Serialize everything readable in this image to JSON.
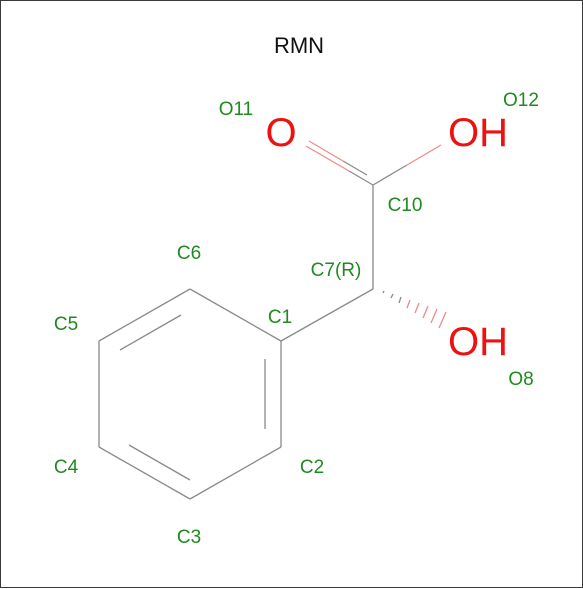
{
  "title": "RMN",
  "colors": {
    "bond": "#8a8a8a",
    "heteroatom": "#ee1111",
    "atom_label": "#1f8a1f",
    "border": "#3a3a3a"
  },
  "atoms": [
    {
      "id": "c1",
      "label": "C1"
    },
    {
      "id": "c2",
      "label": "C2"
    },
    {
      "id": "c3",
      "label": "C3"
    },
    {
      "id": "c4",
      "label": "C4"
    },
    {
      "id": "c5",
      "label": "C5"
    },
    {
      "id": "c6",
      "label": "C6"
    },
    {
      "id": "c7",
      "label": "C7(R)"
    },
    {
      "id": "o8",
      "label": "O8",
      "symbol": "OH"
    },
    {
      "id": "c10",
      "label": "C10"
    },
    {
      "id": "o11",
      "label": "O11",
      "symbol": "O"
    },
    {
      "id": "o12",
      "label": "O12",
      "symbol": "OH"
    }
  ]
}
